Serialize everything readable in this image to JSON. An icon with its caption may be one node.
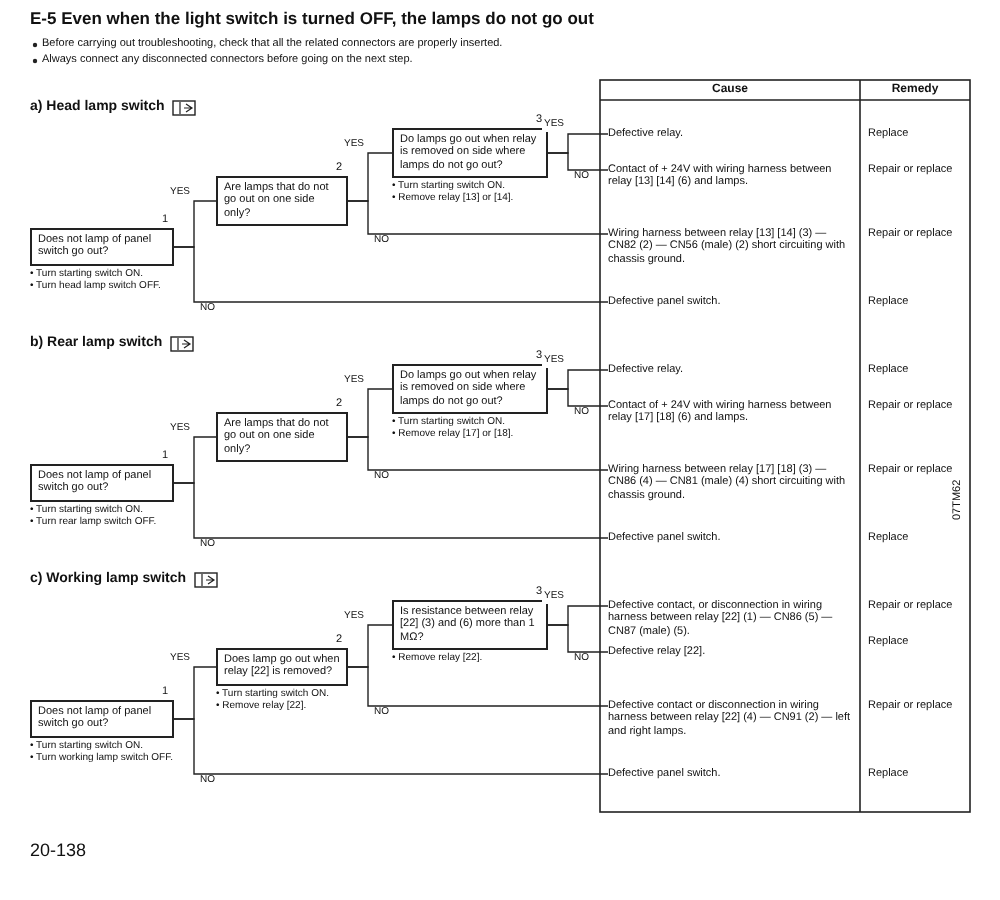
{
  "diagram": {
    "title": "E-5 Even when the light switch is turned OFF, the lamps do not go out",
    "nodes": [
      {
        "text": [
          "Does not lamp of panel switch go out?"
        ],
        "beside": [
          "1",
          "• Turn starting switch ON.",
          "• Turn head lamp switch OFF."
        ]
      },
      {
        "text": [
          "Are lamps that do not go out on one side only?"
        ],
        "beside": [
          "2"
        ]
      },
      {
        "text": [
          "Do lamps go out when relay is removed on side where lamps do not go out?"
        ],
        "beside": [
          "3",
          "• Turn starting switch ON.",
          "• Remove relay [13] or [14]."
        ]
      },
      {
        "text": [
          "Defective relay."
        ]
      },
      {
        "text": [
          "Contact of + 24V with wiring harness between relay [13] [14] (6) and lamps."
        ]
      },
      {
        "text": [
          "Wiring harness between relay [13] [14] (3) — CN82 (2) — CN56 (male) (2) short circuiting with chassis ground."
        ]
      },
      {
        "text": [
          "Defective panel switch."
        ]
      },
      {
        "text": [
          "Does not lamp of panel switch go out?"
        ],
        "beside": [
          "1",
          "• Turn starting switch ON.",
          "• Turn rear lamp switch OFF."
        ]
      },
      {
        "text": [
          "Are lamps that do not go out on one side only?"
        ],
        "beside": [
          "2"
        ]
      },
      {
        "text": [
          "Do lamps go out when relay is removed on side where lamps do not go out?"
        ],
        "beside": [
          "3",
          "• Turn starting switch ON.",
          "• Remove relay [17] or [18]."
        ]
      },
      {
        "text": [
          "Defective relay."
        ]
      },
      {
        "text": [
          "Contact of + 24V with wiring harness between relay [17] [18] (6) and lamps."
        ]
      },
      {
        "text": [
          "Wiring harness between relay [17] [18] (3) — CN86 (4) — CN81 (male) (4) short circuiting with chassis ground."
        ]
      },
      {
        "text": [
          "Defective panel switch."
        ]
      },
      {
        "text": [
          "Does not lamp of panel switch go out?"
        ],
        "beside": [
          "1",
          "• Turn starting switch ON.",
          "• Turn working lamp switch OFF."
        ]
      },
      {
        "text": [
          "Does lamp go out when relay [22] is removed?"
        ],
        "beside": [
          "2",
          "• Turn starting switch ON.",
          "• Remove relay [22]."
        ]
      },
      {
        "text": [
          "Is resistance between relay [22] (3) and (6) more than 1 MΩ?"
        ],
        "beside": [
          "3",
          "• Remove relay [22]."
        ]
      },
      {
        "text": [
          "Defective contact, or disconnection in wiring harness between relay [22] (1) — CN86 (5) — CN87 (male) (5)."
        ]
      },
      {
        "text": [
          "Defective relay [22]."
        ]
      },
      {
        "text": [
          "Defective contact or disconnection in wiring harness between relay [22] (4) — CN91 (2) — left and right lamps."
        ]
      },
      {
        "text": [
          "Defective panel switch."
        ]
      }
    ],
    "edges": [
      {
        "from": 0,
        "to": 1,
        "arrow": "none",
        "label": "YES"
      },
      {
        "from": 1,
        "to": 2,
        "arrow": "none",
        "label": "YES"
      },
      {
        "from": 2,
        "to": 3,
        "arrow": "none",
        "label": "YES"
      },
      {
        "from": 2,
        "to": 4,
        "arrow": "none",
        "label": "NO"
      },
      {
        "from": 1,
        "to": 5,
        "arrow": "none",
        "label": "NO"
      },
      {
        "from": 0,
        "to": 6,
        "arrow": "none",
        "label": "NO"
      },
      {
        "from": 7,
        "to": 8,
        "arrow": "none",
        "label": "YES"
      },
      {
        "from": 8,
        "to": 9,
        "arrow": "none",
        "label": "YES"
      },
      {
        "from": 9,
        "to": 10,
        "arrow": "none",
        "label": "YES"
      },
      {
        "from": 9,
        "to": 11,
        "arrow": "none",
        "label": "NO"
      },
      {
        "from": 8,
        "to": 12,
        "arrow": "none",
        "label": "NO"
      },
      {
        "from": 7,
        "to": 13,
        "arrow": "none",
        "label": "NO"
      },
      {
        "from": 14,
        "to": 15,
        "arrow": "none",
        "label": "YES"
      },
      {
        "from": 15,
        "to": 16,
        "arrow": "none",
        "label": "YES"
      },
      {
        "from": 16,
        "to": 17,
        "arrow": "none",
        "label": "YES"
      },
      {
        "from": 16,
        "to": 18,
        "arrow": "none",
        "label": "NO"
      },
      {
        "from": 15,
        "to": 19,
        "arrow": "none",
        "label": "NO"
      },
      {
        "from": 14,
        "to": 20,
        "arrow": "none",
        "label": "NO"
      }
    ],
    "labels": [
      "Before carrying out troubleshooting, check that all the related connectors are properly inserted.",
      "Always connect any disconnected connectors before going on the next step.",
      "a) Head lamp switch",
      "Cause",
      "Remedy",
      "Replace",
      "Repair or replace",
      "Repair or replace",
      "Replace",
      "b) Rear lamp switch",
      "Replace",
      "Repair or replace",
      "Repair or replace",
      "Replace",
      "c) Working lamp switch",
      "Repair or replace",
      "Replace",
      "Repair or replace",
      "Replace",
      "07TM62",
      "20-138"
    ]
  }
}
